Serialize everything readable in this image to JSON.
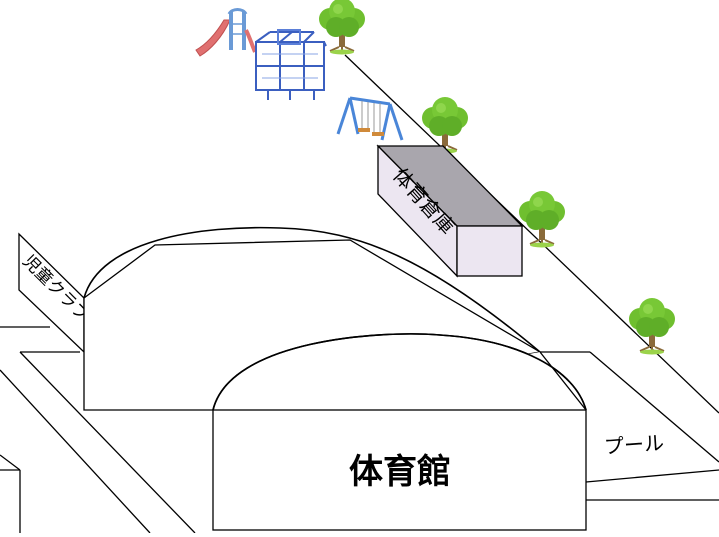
{
  "labels": {
    "gymnasium": "体育館",
    "storehouse": "体育倉庫",
    "kids_club": "児童クラブ",
    "pool": "プール"
  },
  "colors": {
    "outline": "#000000",
    "storehouse_side": "#ece6f1",
    "storehouse_top": "#a9a6ad",
    "leaf": "#6fbf2f",
    "leaf_dark": "#4e9a1c",
    "trunk": "#8a6a3a",
    "jungle_gym": "#3b5fc0",
    "slide": "#e07070",
    "swing": "#4a86d8"
  },
  "icons": [
    "slide-icon",
    "jungle-gym-icon",
    "swing-icon",
    "tree-icon"
  ]
}
